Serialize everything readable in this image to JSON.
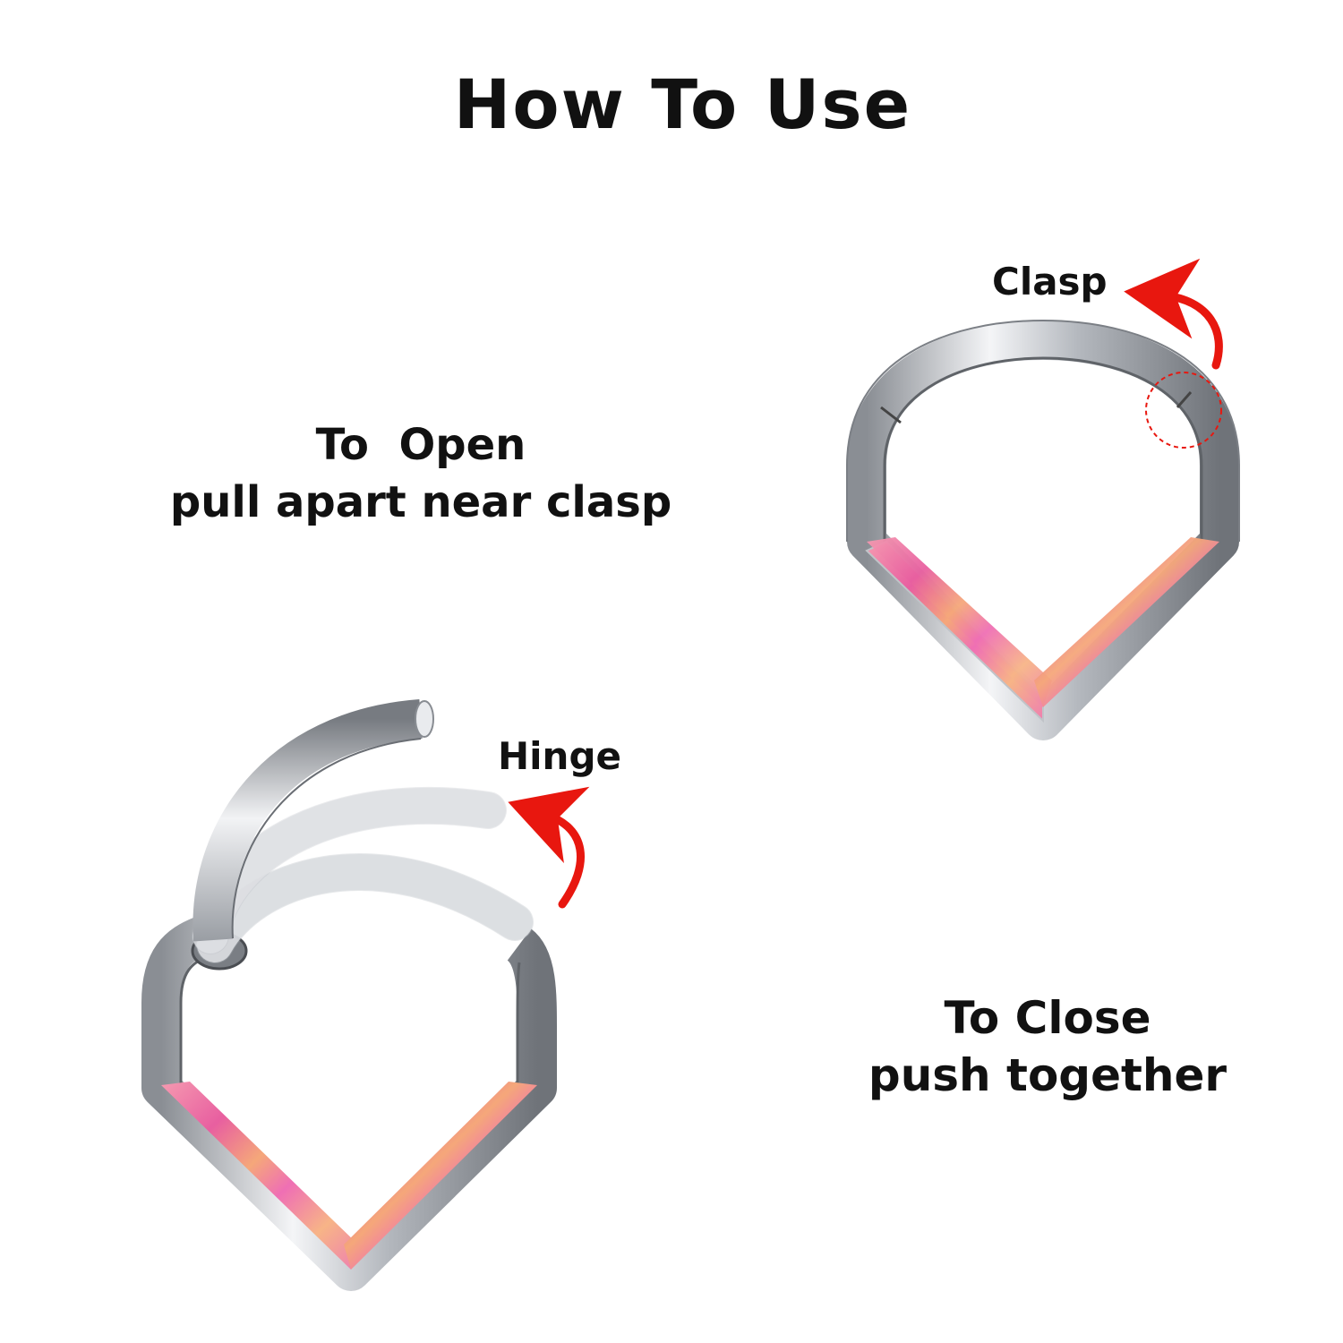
{
  "title": "How To Use",
  "labels": {
    "clasp": "Clasp",
    "hinge": "Hinge"
  },
  "open_instruction": {
    "heading": "To  Open",
    "detail": "pull apart near clasp"
  },
  "close_instruction": {
    "heading": "To Close",
    "detail": "push together"
  },
  "colors": {
    "arrow": "#e8170f",
    "metal": "#c9ccd1",
    "opal": "#f08aa6"
  }
}
